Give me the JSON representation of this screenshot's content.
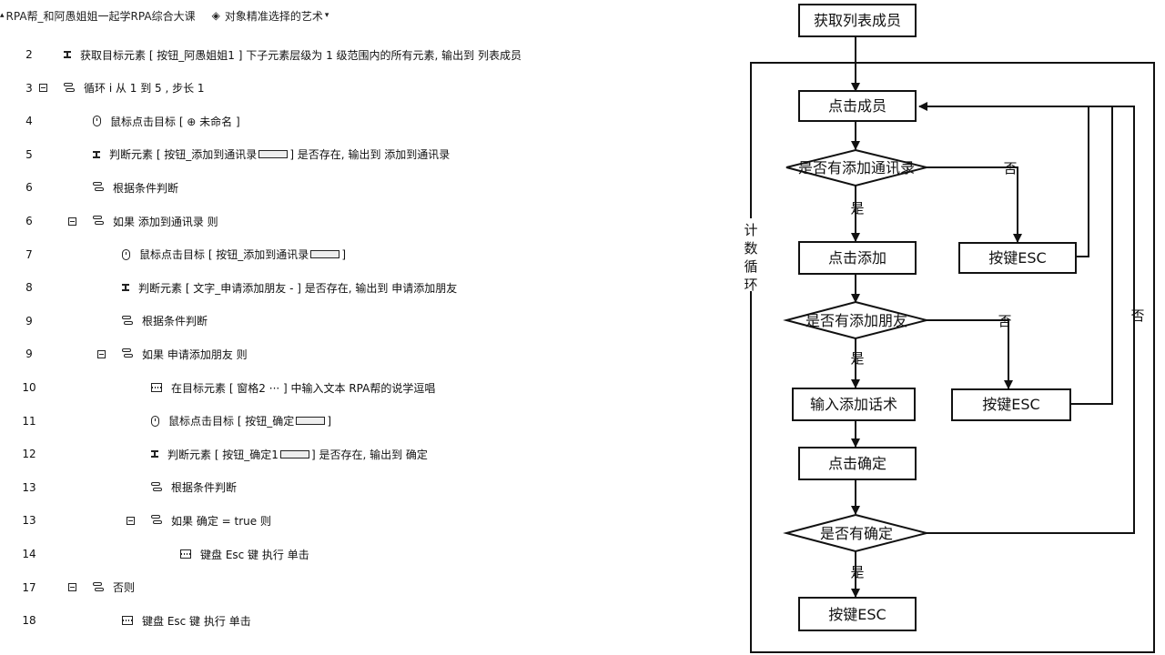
{
  "header": {
    "crumb1": "RPA帮_和阿愚姐姐一起学RPA综合大课",
    "crumb2": "对象精准选择的艺术"
  },
  "script_rows": [
    {
      "ln": "2",
      "icon": "target",
      "indent": 0,
      "collapse": false,
      "text": "获取目标元素 [ 按钮_阿愚姐姐1 ] 下子元素层级为 1 级范围内的所有元素, 输出到  列表成员",
      "tag": false
    },
    {
      "ln": "3",
      "icon": "loop",
      "indent": 0,
      "collapse": true,
      "text": "循环 i 从 1 到 5 , 步长 1",
      "tag": false
    },
    {
      "ln": "4",
      "icon": "mouse",
      "indent": 1,
      "collapse": false,
      "text": "鼠标点击目标 [ ⊕ 未命名 ]",
      "tag": false
    },
    {
      "ln": "5",
      "icon": "target",
      "indent": 1,
      "collapse": false,
      "text": "判断元素 [ 按钮_添加到通讯录",
      "tag": true,
      "text2": "] 是否存在, 输出到  添加到通讯录"
    },
    {
      "ln": "6",
      "icon": "loop",
      "indent": 1,
      "collapse": false,
      "text": "根据条件判断",
      "tag": false
    },
    {
      "ln": "6",
      "icon": "loop",
      "indent": 1,
      "collapse": true,
      "text": "如果 添加到通讯录 则",
      "tag": false
    },
    {
      "ln": "7",
      "icon": "mouse",
      "indent": 2,
      "collapse": false,
      "text": "鼠标点击目标 [ 按钮_添加到通讯录",
      "tag": true,
      "text2": "]"
    },
    {
      "ln": "8",
      "icon": "target",
      "indent": 2,
      "collapse": false,
      "text": "判断元素 [ 文字_申请添加朋友  -  ] 是否存在, 输出到  申请添加朋友",
      "tag": false
    },
    {
      "ln": "9",
      "icon": "loop",
      "indent": 2,
      "collapse": false,
      "text": "根据条件判断",
      "tag": false
    },
    {
      "ln": "9",
      "icon": "loop",
      "indent": 2,
      "collapse": true,
      "text": "如果 申请添加朋友 则",
      "tag": false
    },
    {
      "ln": "10",
      "icon": "kbd",
      "indent": 3,
      "collapse": false,
      "text": "在目标元素 [ 窗格2 ··· ] 中输入文本 RPA帮的说学逗唱",
      "tag": false
    },
    {
      "ln": "11",
      "icon": "mouse",
      "indent": 3,
      "collapse": false,
      "text": "鼠标点击目标 [ 按钮_确定",
      "tag": true,
      "text2": "]"
    },
    {
      "ln": "12",
      "icon": "target",
      "indent": 3,
      "collapse": false,
      "text": "判断元素 [ 按钮_确定1",
      "tag": true,
      "text2": "] 是否存在, 输出到  确定"
    },
    {
      "ln": "13",
      "icon": "loop",
      "indent": 3,
      "collapse": false,
      "text": "根据条件判断",
      "tag": false
    },
    {
      "ln": "13",
      "icon": "loop",
      "indent": 3,
      "collapse": true,
      "text": "如果 确定 = true 则",
      "tag": false
    },
    {
      "ln": "14",
      "icon": "kbd",
      "indent": 4,
      "collapse": false,
      "text": "键盘 Esc 键 执行 单击",
      "tag": false
    },
    {
      "ln": "17",
      "icon": "loop",
      "indent": 1,
      "collapse": true,
      "text": "否则",
      "tag": false
    },
    {
      "ln": "18",
      "icon": "kbd",
      "indent": 2,
      "collapse": false,
      "text": "键盘 Esc 键 执行 单击",
      "tag": false
    }
  ],
  "flowchart": {
    "nodes": {
      "get_members": "获取列表成员",
      "click_member": "点击成员",
      "q_contacts": "是否有添加通讯录",
      "click_add": "点击添加",
      "esc1": "按键ESC",
      "q_friend": "是否有添加朋友",
      "input_text": "输入添加话术",
      "esc2": "按键ESC",
      "click_ok": "点击确定",
      "q_ok": "是否有确定",
      "esc3": "按键ESC"
    },
    "loop_label": "计数循环",
    "edge_labels": {
      "yes": "是",
      "no": "否"
    }
  }
}
